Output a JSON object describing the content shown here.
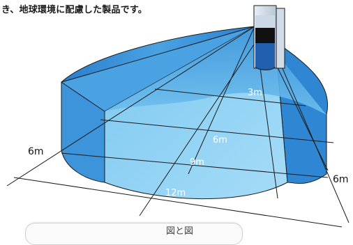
{
  "header": {
    "text": "き、地球環境に配慮した製品です。"
  },
  "diagram": {
    "distance_labels": {
      "d3m": "3m",
      "d6m": "6m",
      "d9m": "9m",
      "d12m": "12m",
      "left_6m": "6m",
      "right_6m": "6m"
    },
    "colors": {
      "side_wall": "#2f86d3",
      "top_face": "#63b8ec",
      "front_face": "#8fd0f3",
      "sensor_body": "#1f5fae",
      "lines": "#1a1a1a"
    }
  },
  "footer": {
    "partial_text": "図と図"
  }
}
